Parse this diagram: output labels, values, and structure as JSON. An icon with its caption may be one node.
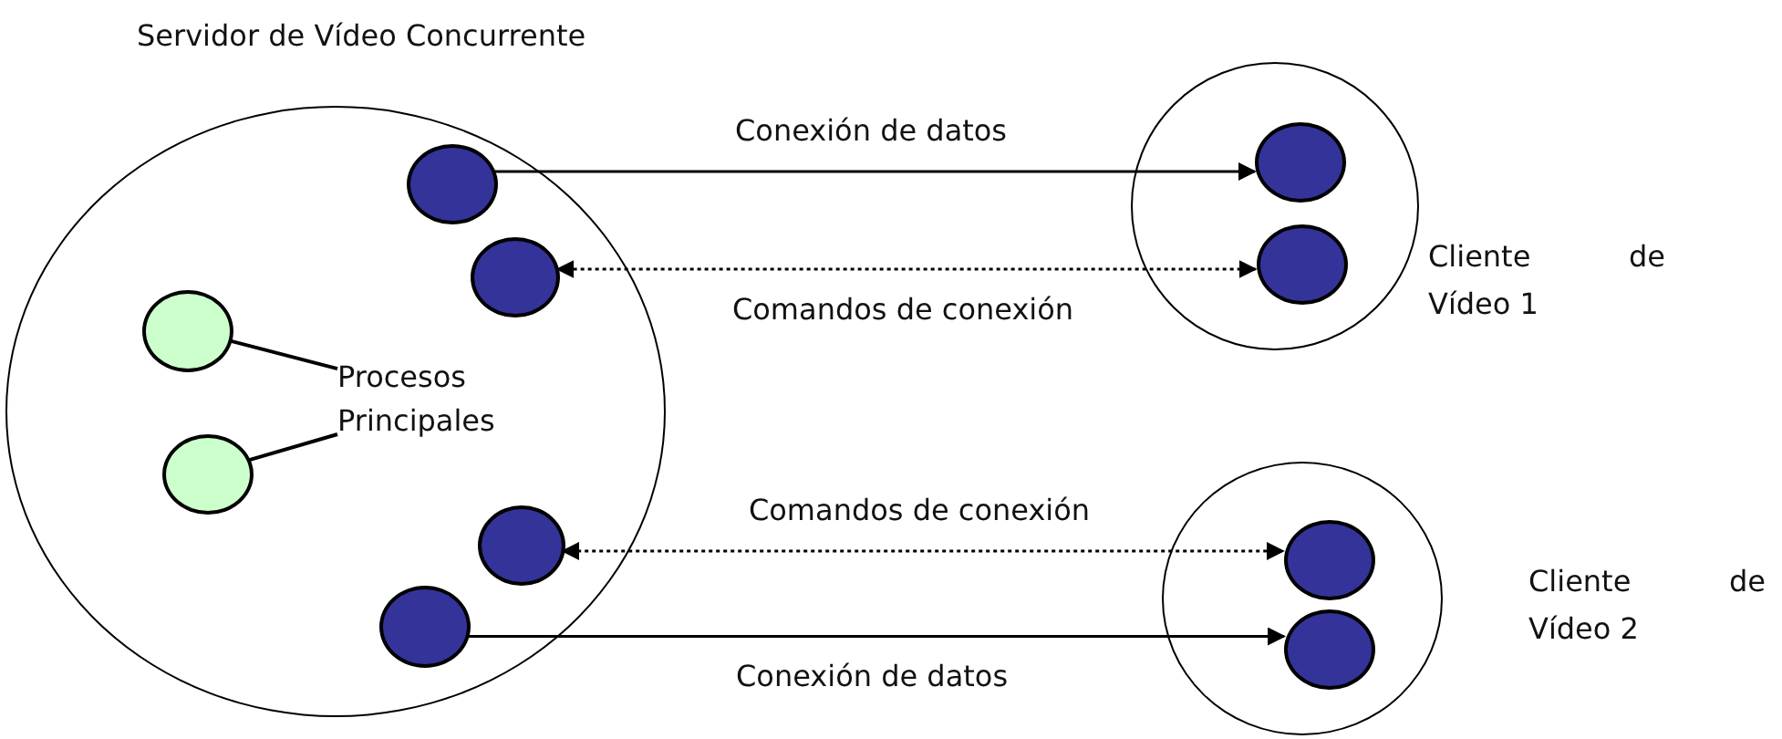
{
  "diagram": {
    "nodes": [
      {
        "text": [
          "Servidor de Vídeo Concurrente"
        ]
      },
      {
        "text": [],
        "shape": "circle",
        "in": 0
      },
      {
        "text": [],
        "shape": "circle",
        "in": 0
      },
      {
        "text": [],
        "shape": "circle",
        "in": 0
      },
      {
        "text": [
          "Procesos Principales"
        ],
        "in": 0
      },
      {
        "text": [],
        "shape": "circle",
        "in": 0
      },
      {
        "text": [],
        "shape": "circle",
        "in": 0
      },
      {
        "text": [],
        "shape": "circle",
        "in": 0
      },
      {
        "text": [
          "Cliente de Vídeo 1"
        ]
      },
      {
        "text": [],
        "shape": "circle",
        "in": 8
      },
      {
        "text": [],
        "shape": "circle",
        "in": 8
      },
      {
        "text": [
          "Cliente de Vídeo 2"
        ]
      },
      {
        "text": [],
        "shape": "circle",
        "in": 11
      },
      {
        "text": [],
        "shape": "circle",
        "in": 11
      }
    ],
    "edges": [
      {
        "from": 1,
        "to": 9,
        "arrow": "to",
        "label": "Conexión de datos"
      },
      {
        "from": 10,
        "to": 2,
        "arrow": "both",
        "style": "dashed",
        "label": "Comandos de conexión"
      },
      {
        "from": 6,
        "to": 12,
        "arrow": "both",
        "style": "dashed",
        "label": "Comandos de conexión"
      },
      {
        "from": 7,
        "to": 13,
        "arrow": "to",
        "label": "Conexión de datos"
      },
      {
        "from": 4,
        "to": 3,
        "arrow": "none"
      },
      {
        "from": 4,
        "to": 5,
        "arrow": "none"
      }
    ]
  }
}
